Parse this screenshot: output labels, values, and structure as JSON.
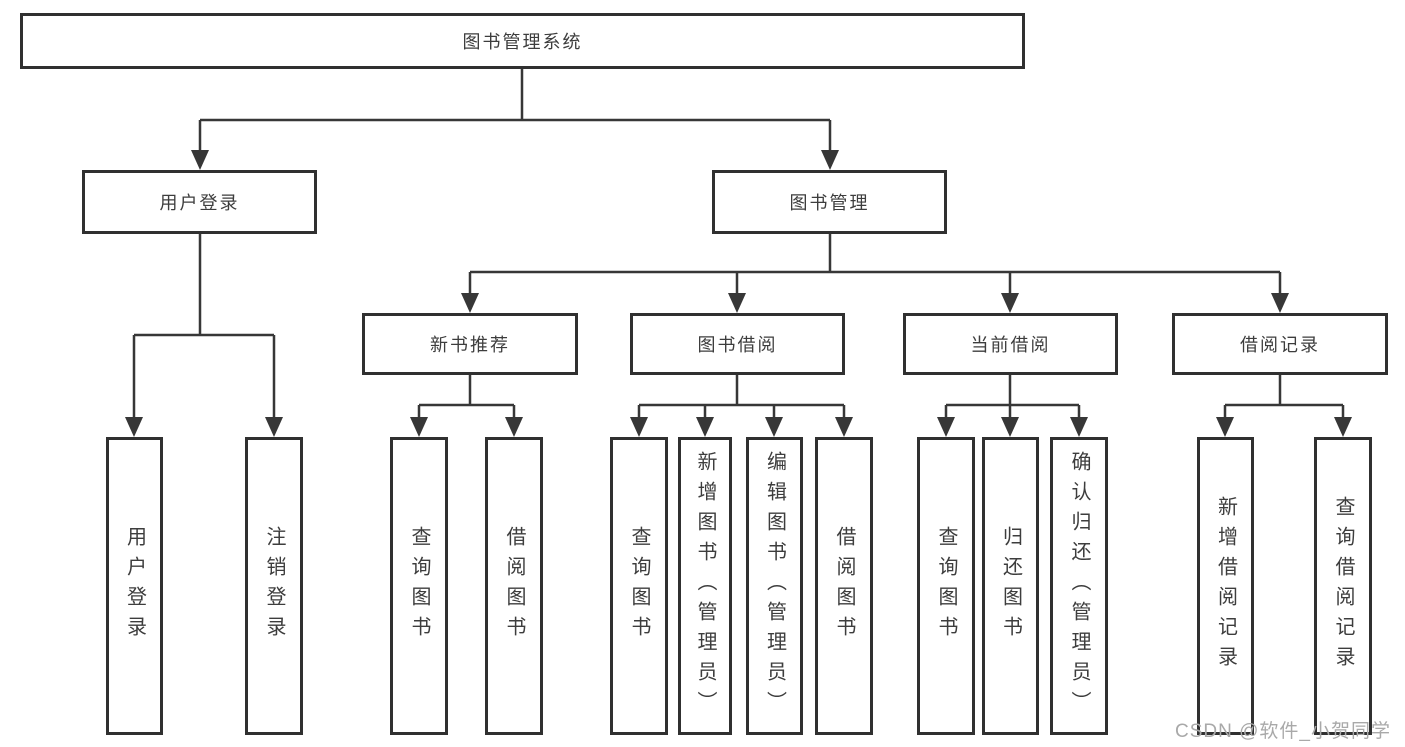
{
  "diagram": {
    "type": "hierarchy-tree",
    "watermark": "CSDN @软件_小贺同学",
    "colors": {
      "background": "#ffffff",
      "box_border": "#303030",
      "connector_line": "#373737",
      "text": "#3d3d3d",
      "watermark_text": "#a9a9a9"
    },
    "nodes": {
      "root": {
        "label": "图书管理系统"
      },
      "user_login": {
        "label": "用户登录"
      },
      "book_mgmt": {
        "label": "图书管理"
      },
      "new_rec": {
        "label": "新书推荐"
      },
      "book_borrow": {
        "label": "图书借阅"
      },
      "current_borrow": {
        "label": "当前借阅"
      },
      "borrow_record": {
        "label": "借阅记录"
      },
      "login_leaf": {
        "label": "用户登录"
      },
      "logout_leaf": {
        "label": "注销登录"
      },
      "rec_query": {
        "label": "查询图书"
      },
      "rec_borrow": {
        "label": "借阅图书"
      },
      "bor_query": {
        "label": "查询图书"
      },
      "bor_add": {
        "label": "新增图书（管理员）"
      },
      "bor_edit": {
        "label": "编辑图书（管理员）"
      },
      "bor_borrow": {
        "label": "借阅图书"
      },
      "cur_query": {
        "label": "查询图书"
      },
      "cur_return": {
        "label": "归还图书"
      },
      "cur_confirm": {
        "label": "确认归还（管理员）"
      },
      "rcd_add": {
        "label": "新增借阅记录"
      },
      "rcd_query": {
        "label": "查询借阅记录"
      }
    },
    "hierarchy": {
      "图书管理系统": {
        "用户登录": [
          "用户登录",
          "注销登录"
        ],
        "图书管理": {
          "新书推荐": [
            "查询图书",
            "借阅图书"
          ],
          "图书借阅": [
            "查询图书",
            "新增图书（管理员）",
            "编辑图书（管理员）",
            "借阅图书"
          ],
          "当前借阅": [
            "查询图书",
            "归还图书",
            "确认归还（管理员）"
          ],
          "借阅记录": [
            "新增借阅记录",
            "查询借阅记录"
          ]
        }
      }
    }
  }
}
